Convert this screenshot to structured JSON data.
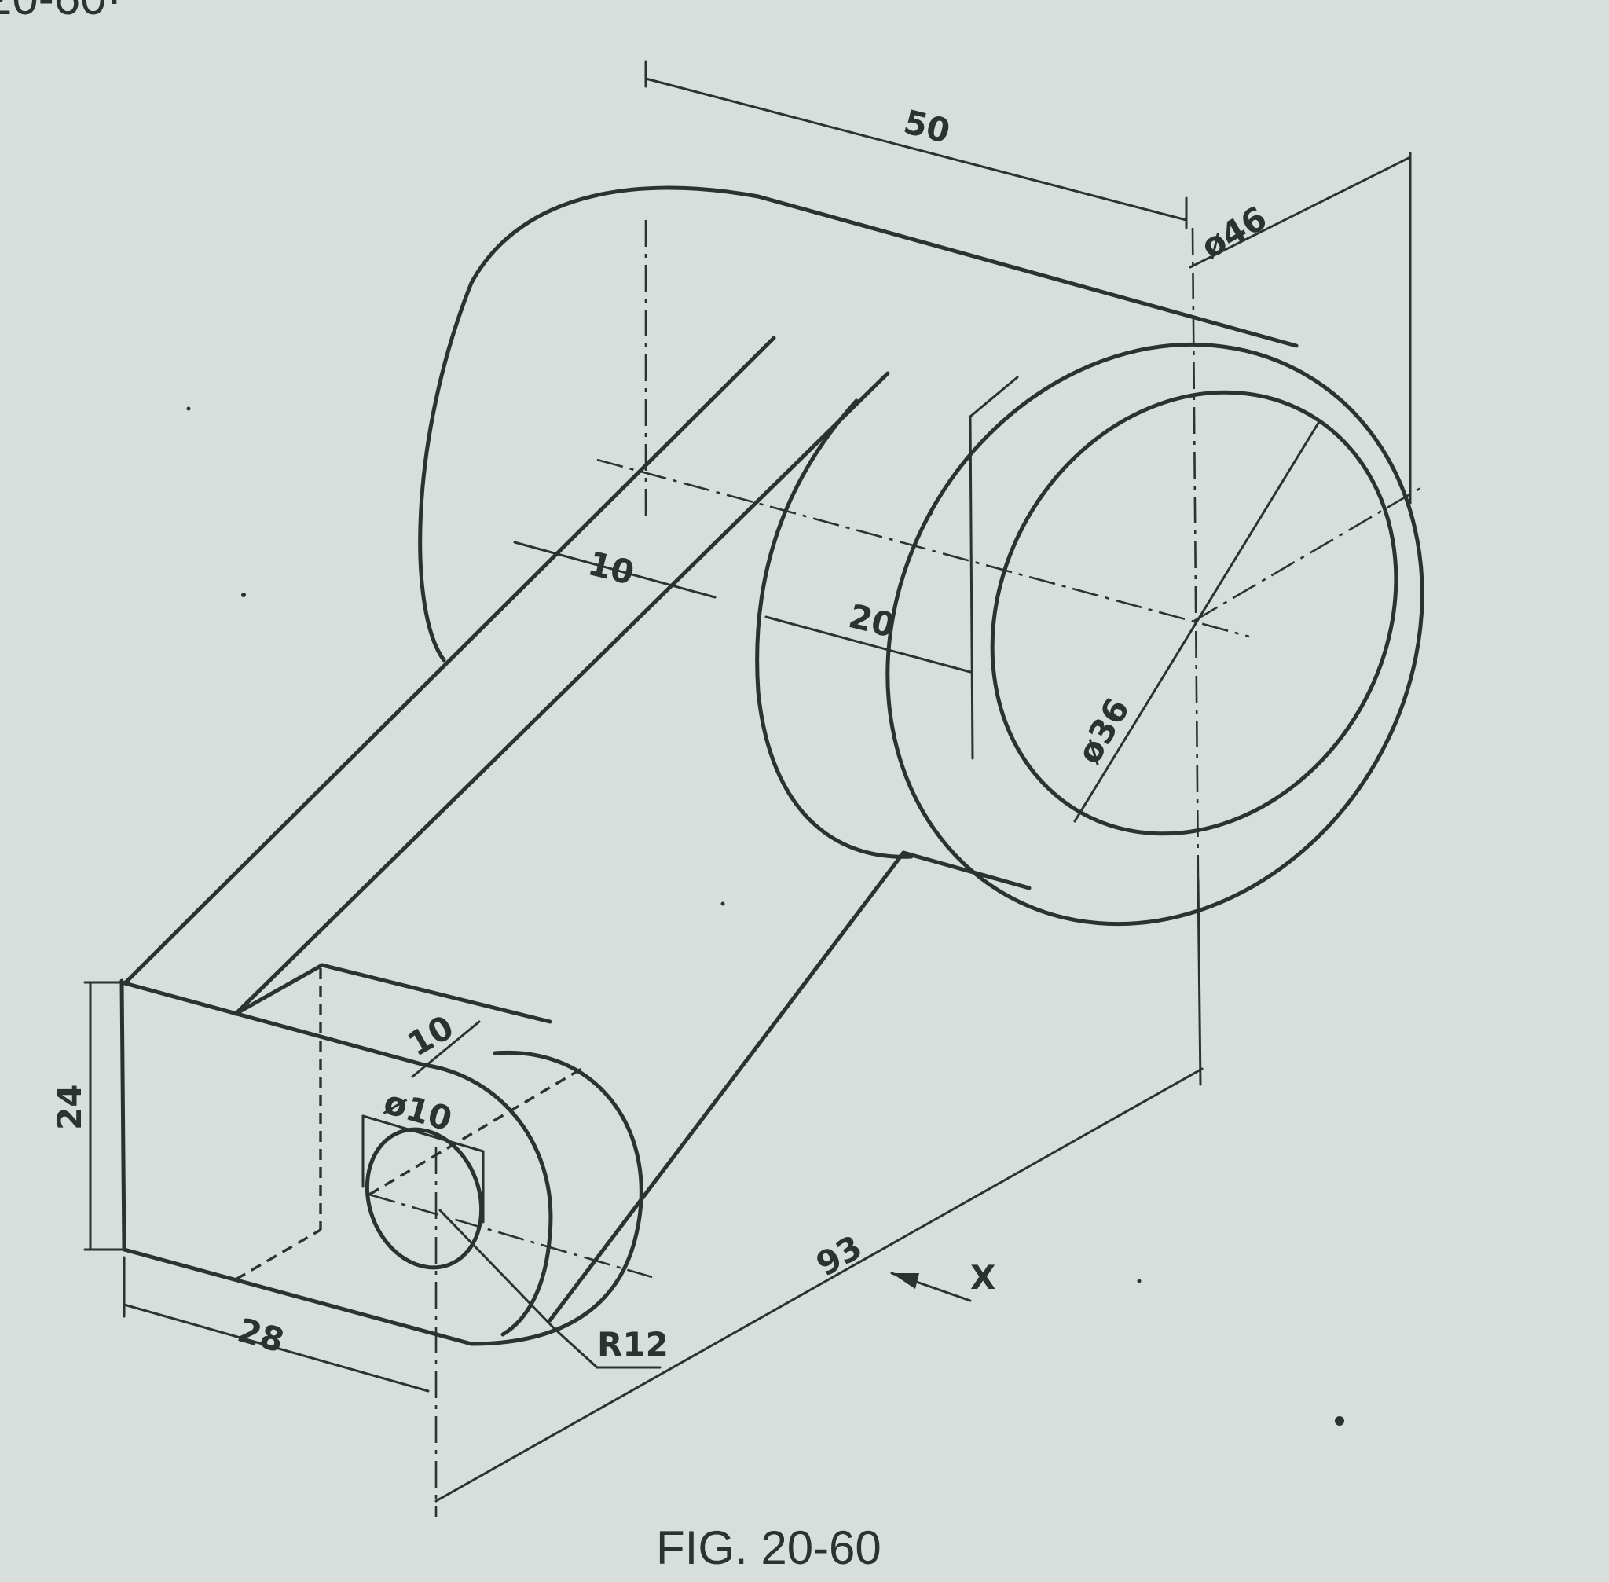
{
  "figure": {
    "caption": "FIG. 20-60",
    "top_fragment": "20-60·"
  },
  "dimensions": {
    "overall_length": "50",
    "outer_diameter": "ø46",
    "inner_diameter": "ø36",
    "rib_thickness": "10",
    "hub_length": "20",
    "height": "24",
    "boss_width": "10",
    "hole_diameter": "ø10",
    "base_width": "28",
    "boss_radius": "R12",
    "total_length": "93",
    "view_arrow": "X"
  },
  "colors": {
    "paper": "#d7dedb",
    "ink": "#2a3331"
  }
}
